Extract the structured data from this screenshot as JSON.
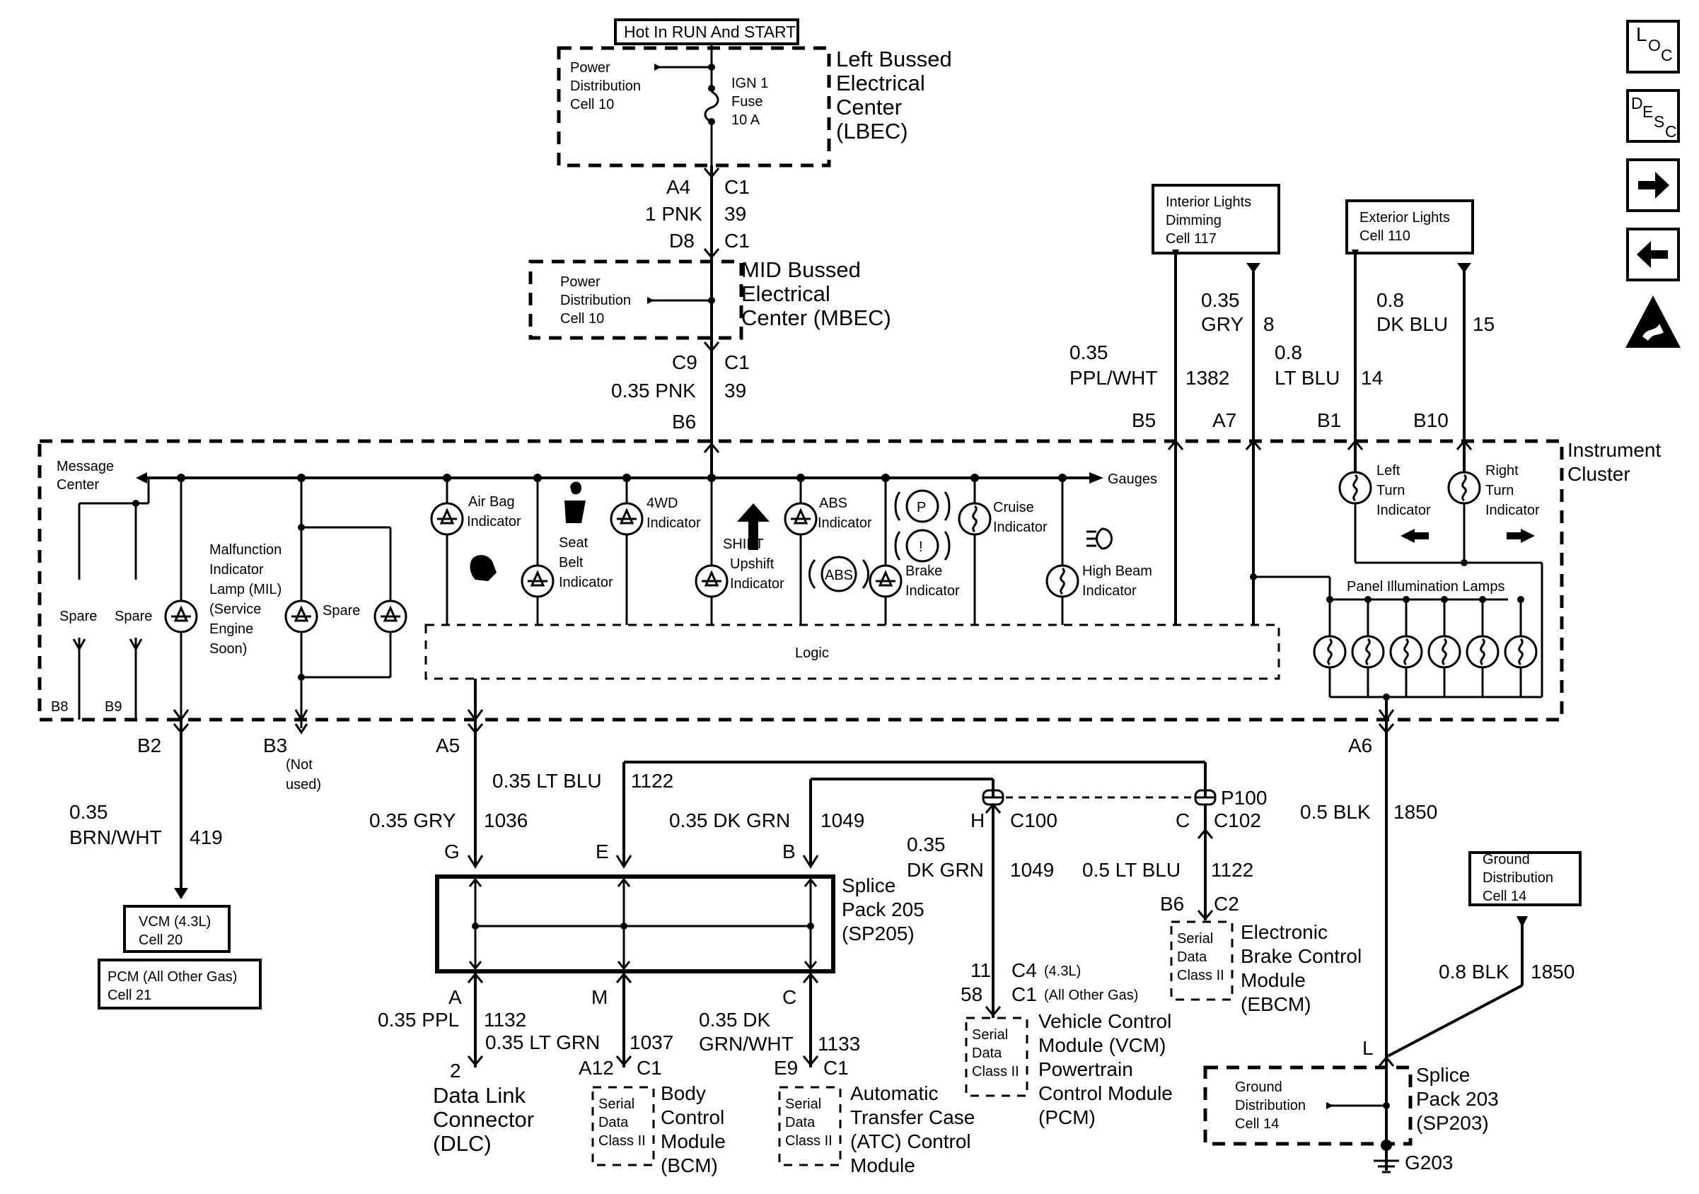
{
  "nav": {
    "loc_main": "L",
    "loc_sub": "O",
    "loc_sub2": "C",
    "desc_d": "D",
    "desc_e": "E",
    "desc_s": "S",
    "desc_c": "C"
  },
  "top": {
    "hot_label": "Hot In RUN And START",
    "lbec_pd": [
      "Power",
      "Distribution",
      "Cell 10"
    ],
    "fuse": [
      "IGN 1",
      "Fuse",
      "10 A"
    ],
    "lbec_name": [
      "Left Bussed",
      "Electrical",
      "Center",
      "(LBEC)"
    ],
    "a4": "A4",
    "c1a": "C1",
    "wire1": "1 PNK",
    "circ39a": "39",
    "d8": "D8",
    "c1b": "C1",
    "mbec_pd": [
      "Power",
      "Distribution",
      "Cell 10"
    ],
    "mbec_name": [
      "MID Bussed",
      "Electrical",
      "Center (MBEC)"
    ],
    "c9": "C9",
    "c1c": "C1",
    "wire2": "0.35 PNK",
    "circ39b": "39",
    "b6": "B6"
  },
  "right_top": {
    "interior": [
      "Interior Lights",
      "Dimming",
      "Cell 117"
    ],
    "exterior": [
      "Exterior Lights",
      "Cell 110"
    ],
    "w_gry": [
      "0.35",
      "GRY"
    ],
    "c8": "8",
    "w_ppl": [
      "0.35",
      "PPL/WHT"
    ],
    "c1382": "1382",
    "w_ltblu": [
      "0.8",
      "LT BLU"
    ],
    "c14": "14",
    "w_dkblu": [
      "0.8",
      "DK BLU"
    ],
    "c15": "15",
    "b5": "B5",
    "a7": "A7",
    "b1": "B1",
    "b10": "B10"
  },
  "cluster": {
    "name": [
      "Instrument",
      "Cluster"
    ],
    "message_center": [
      "Message",
      "Center"
    ],
    "gauges": "Gauges",
    "spare1": "Spare",
    "spare2": "Spare",
    "spare3": "Spare",
    "mil": [
      "Malfunction",
      "Indicator",
      "Lamp (MIL)",
      "(Service",
      "Engine",
      "Soon)"
    ],
    "airbag": [
      "Air Bag",
      "Indicator"
    ],
    "seatbelt": [
      "Seat",
      "Belt",
      "Indicator"
    ],
    "fwd": [
      "4WD",
      "Indicator"
    ],
    "shift": [
      "SHIFT",
      "Upshift",
      "Indicator"
    ],
    "abs": [
      "ABS",
      "Indicator"
    ],
    "abs_sym": "ABS",
    "p_sym": "P",
    "excl_sym": "!",
    "brake": [
      "Brake",
      "Indicator"
    ],
    "cruise": [
      "Cruise",
      "Indicator"
    ],
    "highbeam": [
      "High Beam",
      "Indicator"
    ],
    "left_turn": [
      "Left",
      "Turn",
      "Indicator"
    ],
    "right_turn": [
      "Right",
      "Turn",
      "Indicator"
    ],
    "panel": "Panel Illumination Lamps",
    "logic": "Logic",
    "b8": "B8",
    "b9": "B9"
  },
  "bottom": {
    "b2": "B2",
    "b3": "B3",
    "not_used": [
      "(Not",
      "used)"
    ],
    "a5": "A5",
    "a6": "A6",
    "w419": [
      "0.35",
      "BRN/WHT"
    ],
    "c419": "419",
    "vcm_box": [
      "VCM (4.3L)",
      "Cell 20"
    ],
    "pcm_box": [
      "PCM (All Other Gas)",
      "Cell 21"
    ],
    "w1122": "0.35 LT BLU",
    "c1122": "1122",
    "w1036": "0.35 GRY",
    "c1036": "1036",
    "w1049": "0.35 DK GRN",
    "c1049": "1049",
    "g": "G",
    "e": "E",
    "b": "B",
    "h": "H",
    "c100": "C100",
    "c": "C",
    "c102": "C102",
    "p100": "P100",
    "w1049b": [
      "0.35",
      "DK GRN"
    ],
    "c1049b": "1049",
    "w1122b": "0.5 LT BLU",
    "c1122b": "1122",
    "b6": "B6",
    "c2": "C2",
    "w1850": "0.5 BLK",
    "c1850": "1850",
    "ground_box": [
      "Ground",
      "Distribution",
      "Cell 14"
    ],
    "w1850b": "0.8 BLK",
    "c1850b": "1850",
    "splice205": [
      "Splice",
      "Pack 205",
      "(SP205)"
    ],
    "a": "A",
    "m": "M",
    "c_pin": "C",
    "w1132": "0.35 PPL",
    "c1132": "1132",
    "w1037": "0.35 LT GRN",
    "c1037": "1037",
    "w1133": [
      "0.35 DK",
      "GRN/WHT"
    ],
    "c1133": "1133",
    "dlc_pin": "2",
    "a12": "A12",
    "c1d": "C1",
    "e9": "E9",
    "c1e": "C1",
    "dlc": [
      "Data Link",
      "Connector",
      "(DLC)"
    ],
    "serial": [
      "Serial",
      "Data",
      "Class II"
    ],
    "bcm": [
      "Body",
      "Control",
      "Module",
      "(BCM)"
    ],
    "atc": [
      "Automatic",
      "Transfer Case",
      "(ATC) Control",
      "Module"
    ],
    "c4": "C4",
    "c4note": "(4.3L)",
    "p11": "11",
    "p58": "58",
    "c1f": "C1",
    "c1note": "(All Other Gas)",
    "vcm": [
      "Vehicle Control",
      "Module (VCM)",
      "Powertrain",
      "Control Module",
      "(PCM)"
    ],
    "ebcm": [
      "Electronic",
      "Brake Control",
      "Module",
      "(EBCM)"
    ],
    "l": "L",
    "splice203": [
      "Splice",
      "Pack 203",
      "(SP203)"
    ],
    "gd203": [
      "Ground",
      "Distribution",
      "Cell 14"
    ],
    "g203": "G203"
  }
}
